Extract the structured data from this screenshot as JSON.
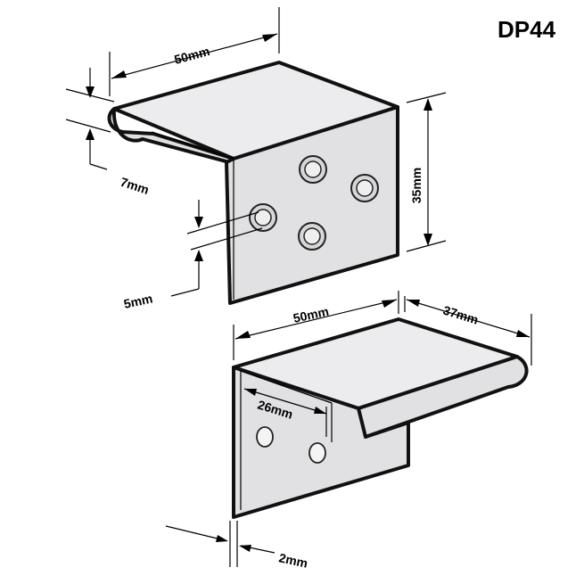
{
  "title": "DP44",
  "dimensions": {
    "top_width": "50mm",
    "top_lip": "7mm",
    "top_hole_offset": "5mm",
    "top_height": "35mm",
    "bottom_width": "50mm",
    "bottom_depth": "37mm",
    "bottom_hole_spacing": "26mm",
    "thickness": "2mm"
  }
}
